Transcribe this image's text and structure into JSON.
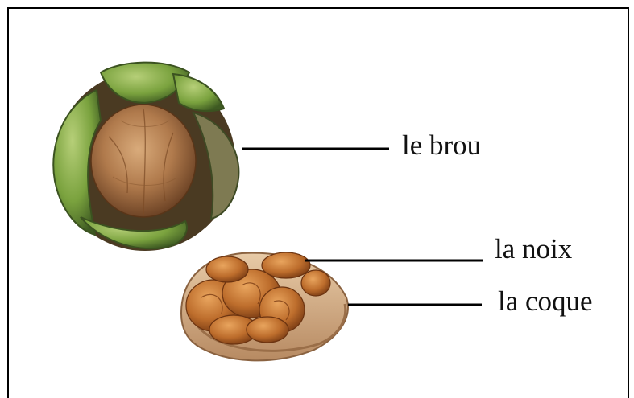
{
  "labels": {
    "brou": "le brou",
    "noix": "la noix",
    "coque": "la coque"
  },
  "colors": {
    "husk_green": "#6f9a3a",
    "shell_brown": "#a7744a",
    "kernel_orange": "#c77a33",
    "leader_line": "#000000"
  },
  "illustrations": {
    "whole_walnut": "walnut-in-green-husk",
    "cracked_walnut": "walnut-half-with-kernel"
  }
}
